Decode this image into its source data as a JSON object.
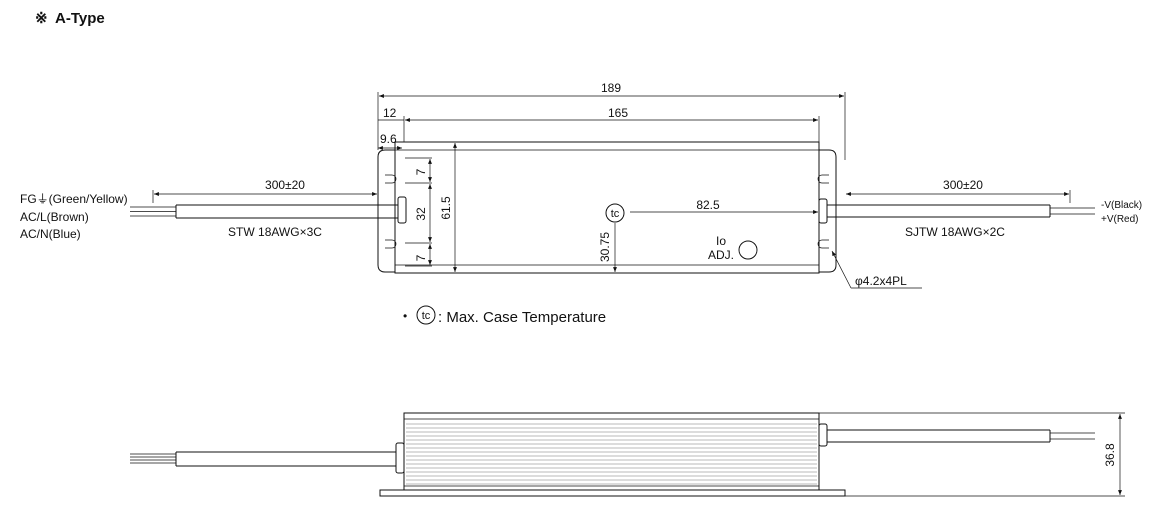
{
  "header": {
    "symbol": "※",
    "title": "A-Type"
  },
  "top_view": {
    "dims": {
      "overall_length": "189",
      "body_length": "165",
      "cable_gland": "12",
      "mount_offset": "9.6",
      "cable_left": "300±20",
      "cable_right": "300±20",
      "tc_offset": "82.5",
      "tc_vertical": "30.75",
      "width": "61.5",
      "hole_span": "32",
      "hole_edge_top": "7",
      "hole_edge_bottom": "7",
      "hole_callout": "φ4.2x4PL"
    },
    "left_wires": [
      "FG⏚(Green/Yellow)",
      "AC/L(Brown)",
      "AC/N(Blue)"
    ],
    "left_cable_spec": "STW 18AWG×3C",
    "right_wires": [
      "-V(Black)",
      "+V(Red)"
    ],
    "right_cable_spec": "SJTW 18AWG×2C",
    "tc_symbol": "tc",
    "io_adj": {
      "line1": "Io",
      "line2": "ADJ."
    }
  },
  "legend": {
    "bullet": "•",
    "symbol": "tc",
    "text": ": Max. Case Temperature"
  },
  "side_view": {
    "height": "36.8"
  }
}
